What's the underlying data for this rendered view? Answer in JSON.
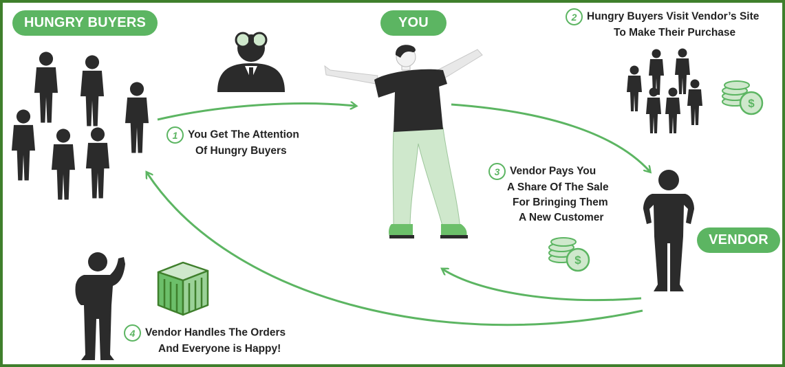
{
  "labels": {
    "hungry_buyers": "HUNGRY BUYERS",
    "you": "YOU",
    "vendor": "VENDOR"
  },
  "steps": [
    {
      "number": "1",
      "lines": [
        "You Get The Attention",
        "Of Hungry Buyers"
      ]
    },
    {
      "number": "2",
      "lines": [
        "Hungry Buyers Visit Vendor’s Site",
        "To Make Their Purchase"
      ]
    },
    {
      "number": "3",
      "lines": [
        "Vendor Pays You",
        "A Share Of The Sale",
        "For Bringing Them",
        "A New Customer"
      ]
    },
    {
      "number": "4",
      "lines": [
        "Vendor Handles The Orders",
        "And Everyone is Happy!"
      ]
    }
  ],
  "icons": {
    "money": "dollar-coin-stack-icon",
    "package": "wooden-crate-icon",
    "binoculars": "binoculars-icon"
  },
  "colors": {
    "accent": "#5cb562",
    "border": "#3f7f2c",
    "figure": "#2b2b2b",
    "light_green": "#cfe8cc"
  }
}
